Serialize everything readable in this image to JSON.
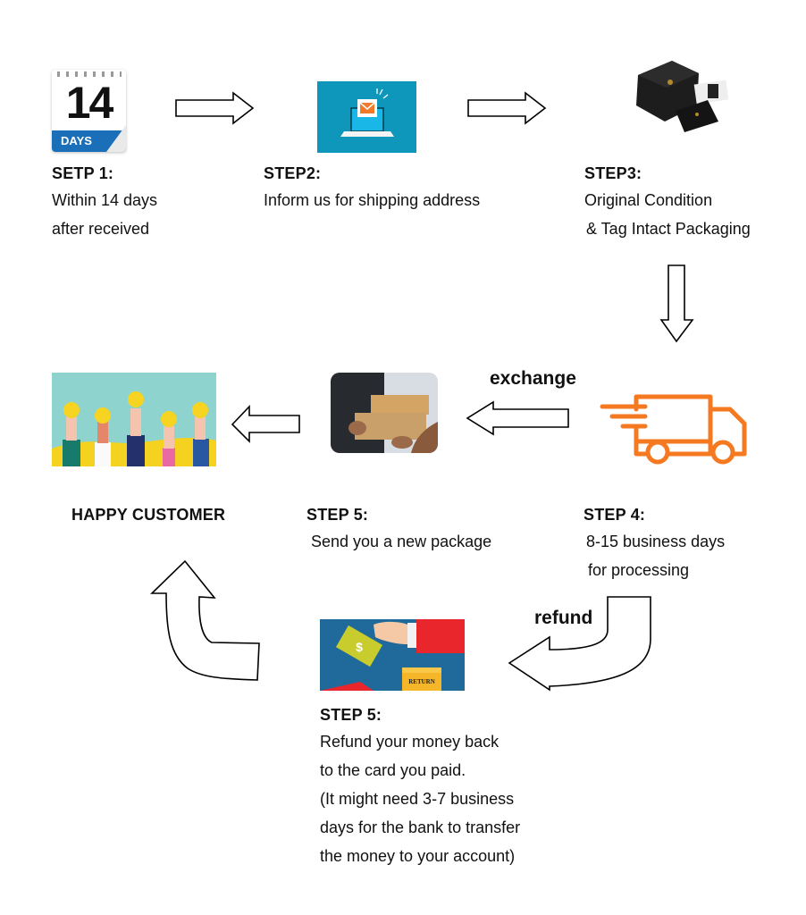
{
  "steps": {
    "step1": {
      "title": "SETP 1:",
      "lines": [
        "Within 14 days",
        "after received"
      ],
      "icon": "calendar-14-days-icon",
      "icon_number": "14",
      "icon_label": "DAYS"
    },
    "step2": {
      "title": "STEP2:",
      "lines": [
        "Inform us for shipping address"
      ],
      "icon": "laptop-email-icon"
    },
    "step3": {
      "title": "STEP3:",
      "lines": [
        "Original Condition",
        "& Tag Intact Packaging"
      ],
      "icon": "watch-box-packaging-image"
    },
    "step4": {
      "title": "STEP 4:",
      "lines": [
        "8-15 business days",
        "for processing"
      ],
      "icon": "delivery-truck-icon"
    },
    "step5_exchange": {
      "title": "STEP 5:",
      "lines": [
        "Send you a new package"
      ],
      "icon": "package-handover-image"
    },
    "step5_refund": {
      "title": "STEP 5:",
      "lines": [
        "Refund your money back",
        "to the card you paid.",
        "(It might need 3-7 business",
        "days for the bank to transfer",
        "the money to your account)"
      ],
      "icon": "refund-money-return-image",
      "icon_box_label": "RETURN",
      "icon_money_symbol": "$"
    },
    "happy": {
      "title": "HAPPY CUSTOMER",
      "icon": "happy-customers-stars-image"
    }
  },
  "branches": {
    "exchange_label": "exchange",
    "refund_label": "refund"
  },
  "colors": {
    "truck_orange": "#f47920",
    "email_teal": "#0e97ba",
    "refund_blue": "#1f6a9a",
    "calendar_blue": "#1b6fb8",
    "happy_teal": "#8fd3cf",
    "happy_yellow": "#f5d21f"
  }
}
